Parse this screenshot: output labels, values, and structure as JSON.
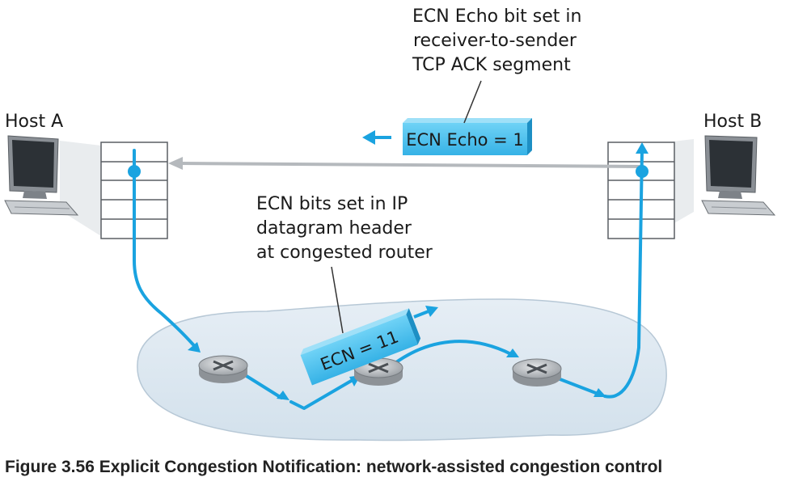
{
  "labels": {
    "host_a": "Host A",
    "host_b": "Host B",
    "echo_annotation": [
      "ECN Echo bit set in",
      "receiver-to-sender",
      "TCP ACK segment"
    ],
    "ecn_annotation": [
      "ECN bits set in IP",
      "datagram header",
      "at congested router"
    ],
    "echo_packet": "ECN Echo = 1",
    "ecn_packet": "ECN = 11"
  },
  "caption": "Figure 3.56 Explicit Congestion Notification: network-assisted congestion control",
  "colors": {
    "flow_blue": "#1aa3e0",
    "packet_fill": "#4cc3f0",
    "return_gray": "#b5b9bd",
    "cloud_fill": "#dde8f1",
    "router_gray": "#a9adb2"
  },
  "icons": [
    "computer-icon",
    "router-icon"
  ]
}
